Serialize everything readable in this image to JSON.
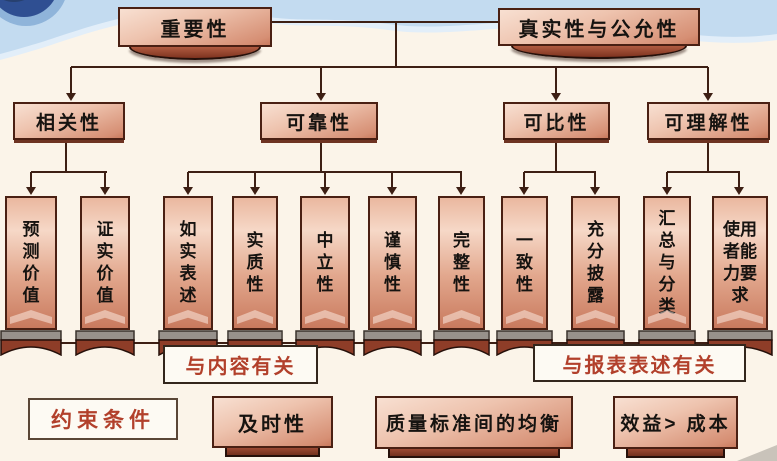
{
  "level1": [
    {
      "label": "重要性"
    },
    {
      "label": "真实性与公允性"
    }
  ],
  "level2": [
    {
      "label": "相关性"
    },
    {
      "label": "可靠性"
    },
    {
      "label": "可比性"
    },
    {
      "label": "可理解性"
    }
  ],
  "banners": [
    {
      "label": "预测价值"
    },
    {
      "label": "证实价值"
    },
    {
      "label": "如实表述"
    },
    {
      "label": "实质性"
    },
    {
      "label": "中立性"
    },
    {
      "label": "谨慎性"
    },
    {
      "label": "完整性"
    },
    {
      "label": "一致性"
    },
    {
      "label": "充分披露"
    },
    {
      "label": "汇总与分类"
    },
    {
      "label": "使用者能力要求"
    }
  ],
  "group_labels": [
    {
      "label": "与内容有关"
    },
    {
      "label": "与报表表述有关"
    }
  ],
  "bottom_row": [
    {
      "label": "约束条件"
    },
    {
      "label": "及时性"
    },
    {
      "label": "质量标准间的均衡"
    },
    {
      "label": "效益> 成本"
    }
  ],
  "colors": {
    "box_border": "#4a2013",
    "box_fill_light": "#f8e0d2",
    "box_fill_dark": "#c97a5e",
    "connector": "#3d1f14",
    "red_text": "#b2402b",
    "tail_dark": "#8e3d28",
    "tail_gray": "#97918b",
    "band_blue": "#c3dbf0",
    "sphere_blue": "#2f4f92"
  }
}
